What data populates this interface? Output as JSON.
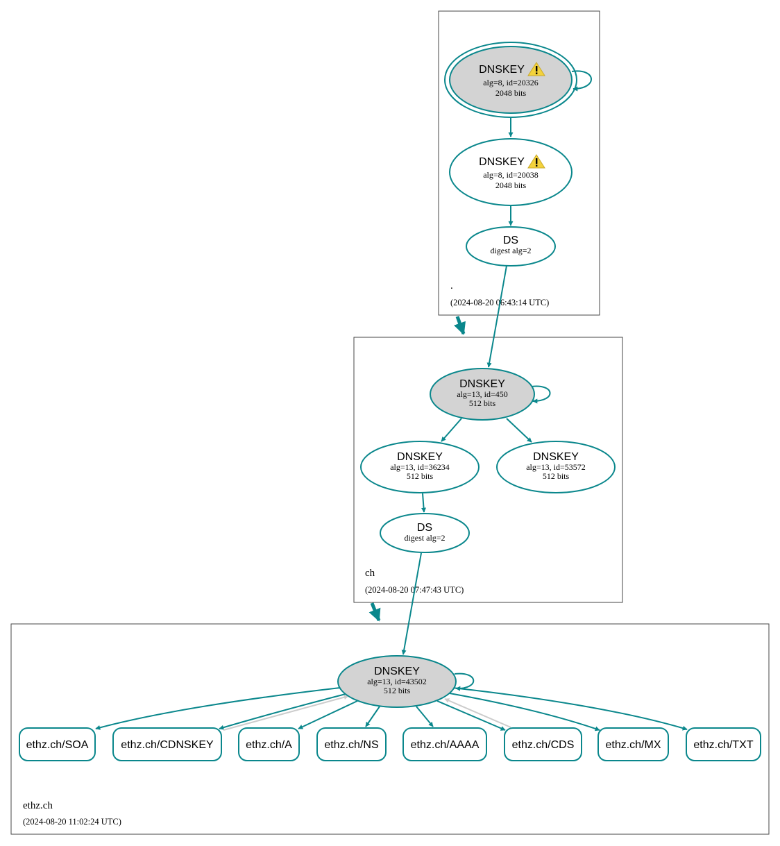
{
  "zones": {
    "root": {
      "name": ".",
      "timestamp": "(2024-08-20 06:43:14 UTC)"
    },
    "ch": {
      "name": "ch",
      "timestamp": "(2024-08-20 07:47:43 UTC)"
    },
    "ethz": {
      "name": "ethz.ch",
      "timestamp": "(2024-08-20 11:02:24 UTC)"
    }
  },
  "nodes": {
    "root_ksk": {
      "title": "DNSKEY",
      "line1": "alg=8, id=20326",
      "line2": "2048 bits",
      "warning": true
    },
    "root_zsk": {
      "title": "DNSKEY",
      "line1": "alg=8, id=20038",
      "line2": "2048 bits",
      "warning": true
    },
    "root_ds": {
      "title": "DS",
      "line1": "digest alg=2"
    },
    "ch_ksk": {
      "title": "DNSKEY",
      "line1": "alg=13, id=450",
      "line2": "512 bits"
    },
    "ch_zsk1": {
      "title": "DNSKEY",
      "line1": "alg=13, id=36234",
      "line2": "512 bits"
    },
    "ch_zsk2": {
      "title": "DNSKEY",
      "line1": "alg=13, id=53572",
      "line2": "512 bits"
    },
    "ch_ds": {
      "title": "DS",
      "line1": "digest alg=2"
    },
    "ethz_key": {
      "title": "DNSKEY",
      "line1": "alg=13, id=43502",
      "line2": "512 bits"
    }
  },
  "rrsets": {
    "soa": "ethz.ch/SOA",
    "cdnskey": "ethz.ch/CDNSKEY",
    "a": "ethz.ch/A",
    "ns": "ethz.ch/NS",
    "aaaa": "ethz.ch/AAAA",
    "cds": "ethz.ch/CDS",
    "mx": "ethz.ch/MX",
    "txt": "ethz.ch/TXT"
  },
  "colors": {
    "edge": "#0a878c",
    "ksk_fill": "#d3d3d3",
    "gray_edge": "#cccccc",
    "warning": "#f3d23c"
  }
}
